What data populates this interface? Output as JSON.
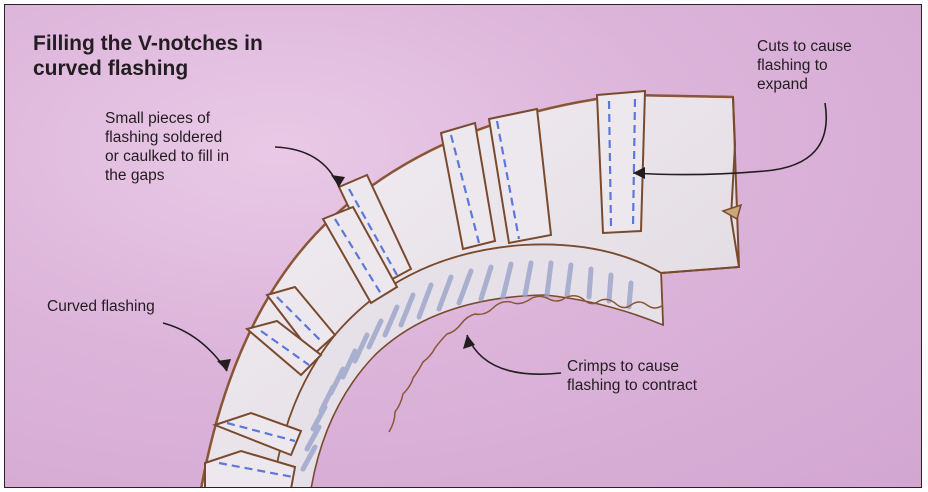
{
  "title": "Filling the V-notches in\ncurved flashing",
  "labels": {
    "small_pieces": "Small pieces of\nflashing soldered\nor caulked to fill in\nthe gaps",
    "cuts": "Cuts to cause\nflashing to\nexpand",
    "curved": "Curved flashing",
    "crimps": "Crimps to cause\nflashing to contract"
  },
  "colors": {
    "background": "#dcb4da",
    "flashing": "#f1ecf1",
    "outline": "#7a4a2e",
    "cut_lines": "#5d78d8"
  }
}
